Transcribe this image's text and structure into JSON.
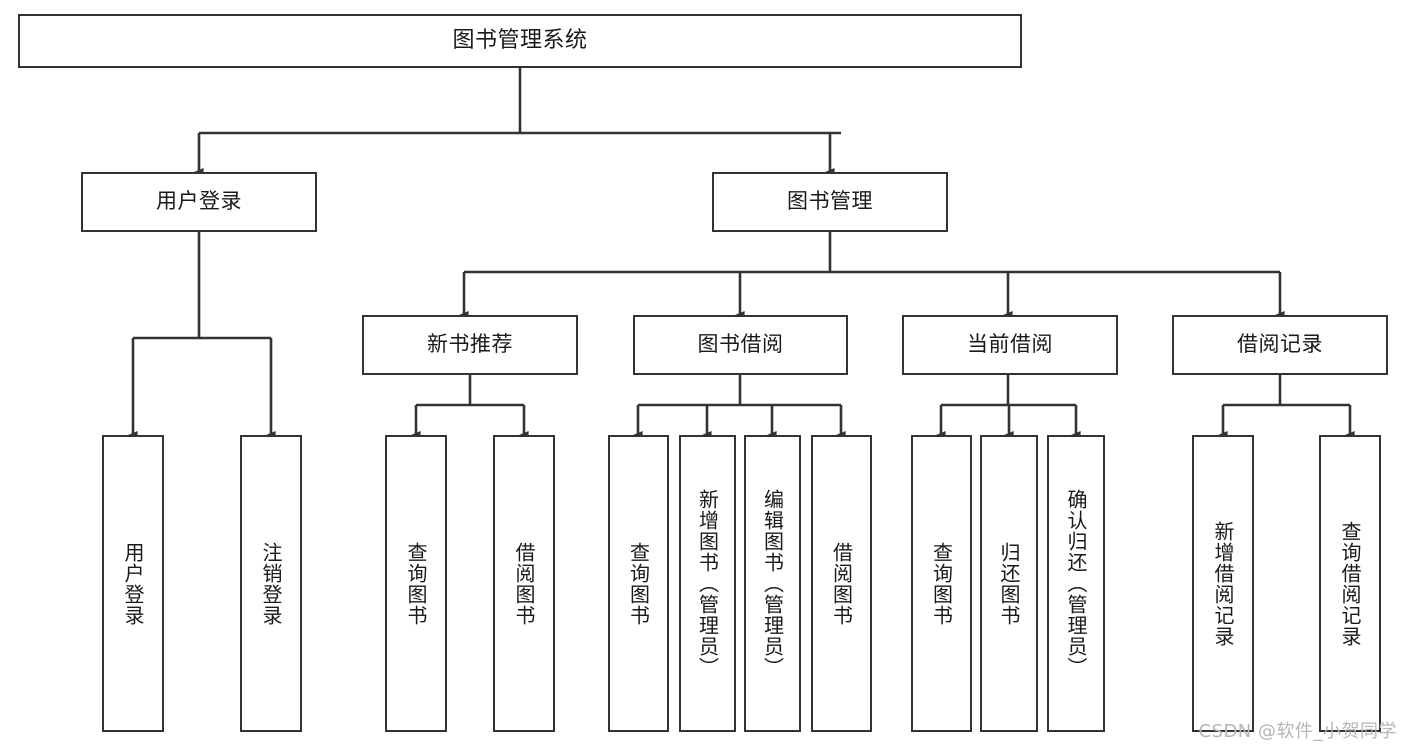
{
  "diagram": {
    "title": "图书管理系统",
    "type": "tree-hierarchy-chart",
    "colors": {
      "box_border": "#333333",
      "box_fill": "#ffffff",
      "connector": "#333333",
      "text": "#1a1a1a",
      "watermark": "#b6b6b6",
      "background": "#ffffff"
    },
    "nodes": {
      "root": {
        "label": "图书管理系统"
      },
      "level1": [
        {
          "id": "user-login",
          "label": "用户登录"
        },
        {
          "id": "book-manage",
          "label": "图书管理"
        }
      ],
      "level2": [
        {
          "id": "new-book-recommend",
          "label": "新书推荐"
        },
        {
          "id": "book-borrow",
          "label": "图书借阅"
        },
        {
          "id": "current-borrow",
          "label": "当前借阅"
        },
        {
          "id": "borrow-record",
          "label": "借阅记录"
        }
      ],
      "leaves": {
        "user_login": [
          {
            "id": "leaf-user-login",
            "label": "用户登录"
          },
          {
            "id": "leaf-user-logout",
            "label": "注销登录"
          }
        ],
        "new_book_recommend": [
          {
            "id": "leaf-query-book-1",
            "label": "查询图书"
          },
          {
            "id": "leaf-borrow-book-1",
            "label": "借阅图书"
          }
        ],
        "book_borrow": [
          {
            "id": "leaf-query-book-2",
            "label": "查询图书"
          },
          {
            "id": "leaf-add-book",
            "label": "新增图书（管理员）"
          },
          {
            "id": "leaf-edit-book",
            "label": "编辑图书（管理员）"
          },
          {
            "id": "leaf-borrow-book-2",
            "label": "借阅图书"
          }
        ],
        "current_borrow": [
          {
            "id": "leaf-query-book-3",
            "label": "查询图书"
          },
          {
            "id": "leaf-return-book",
            "label": "归还图书"
          },
          {
            "id": "leaf-confirm-return",
            "label": "确认归还（管理员）"
          }
        ],
        "borrow_record": [
          {
            "id": "leaf-add-record",
            "label": "新增借阅记录"
          },
          {
            "id": "leaf-query-record",
            "label": "查询借阅记录"
          }
        ]
      }
    },
    "watermark": "CSDN @软件_小贺同学"
  }
}
